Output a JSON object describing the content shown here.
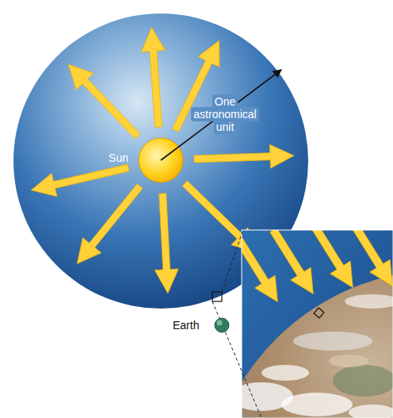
{
  "diagram": {
    "labels": [
      "Sun",
      "One astronomical unit",
      "Earth"
    ]
  }
}
